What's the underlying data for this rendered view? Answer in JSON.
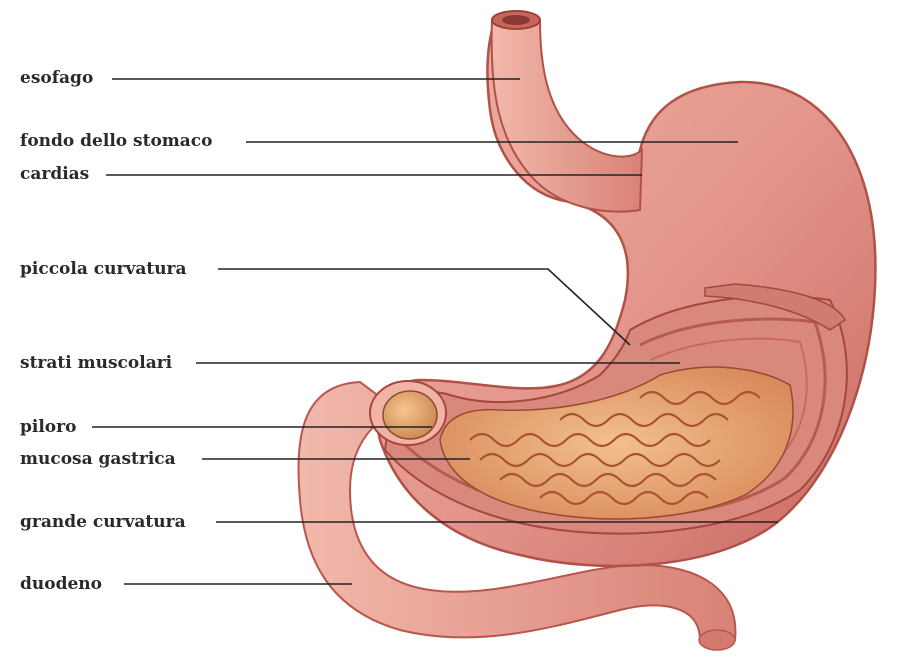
{
  "diagram": {
    "labels": [
      "esofago",
      "fondo dello stomaco",
      "cardias",
      "piccola curvatura",
      "strati muscolari",
      "piloro",
      "mucosa gastrica",
      "grande curvatura",
      "duodeno"
    ]
  },
  "colors": {
    "stomach_outer": "#e69a8e",
    "stomach_shadow": "#c4685c",
    "muscle_layer": "#d98478",
    "mucosa": "#e8a06e",
    "mucosa_folds": "#b8603a",
    "leader_line": "#222222"
  }
}
